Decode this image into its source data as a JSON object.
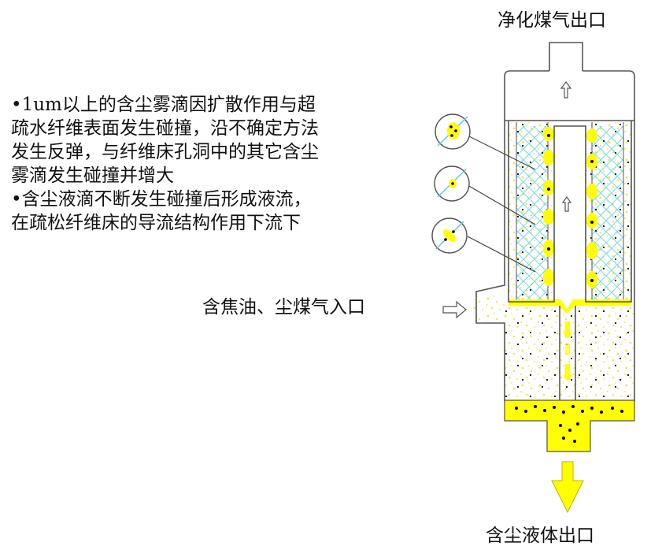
{
  "labels": {
    "gas_outlet": "净化煤气出口",
    "gas_inlet": "含焦油、尘煤气入口",
    "liquid_outlet": "含尘液体出口"
  },
  "bullets": [
    "•1um以上的含尘雾滴因扩散作用与超",
    "疏水纤维表面发生碰撞，沿不确定方法",
    "发生反弹，与纤维床孔洞中的其它含尘",
    "雾滴发生碰撞并增大",
    "•含尘液滴不断发生碰撞后形成液流，",
    "在疏松纤维床的导流结构作用下流下"
  ],
  "colors": {
    "dust_liquid": "#ffff00",
    "fiber": "#7fdbe8",
    "outline": "#555555",
    "particle": "#000000"
  }
}
